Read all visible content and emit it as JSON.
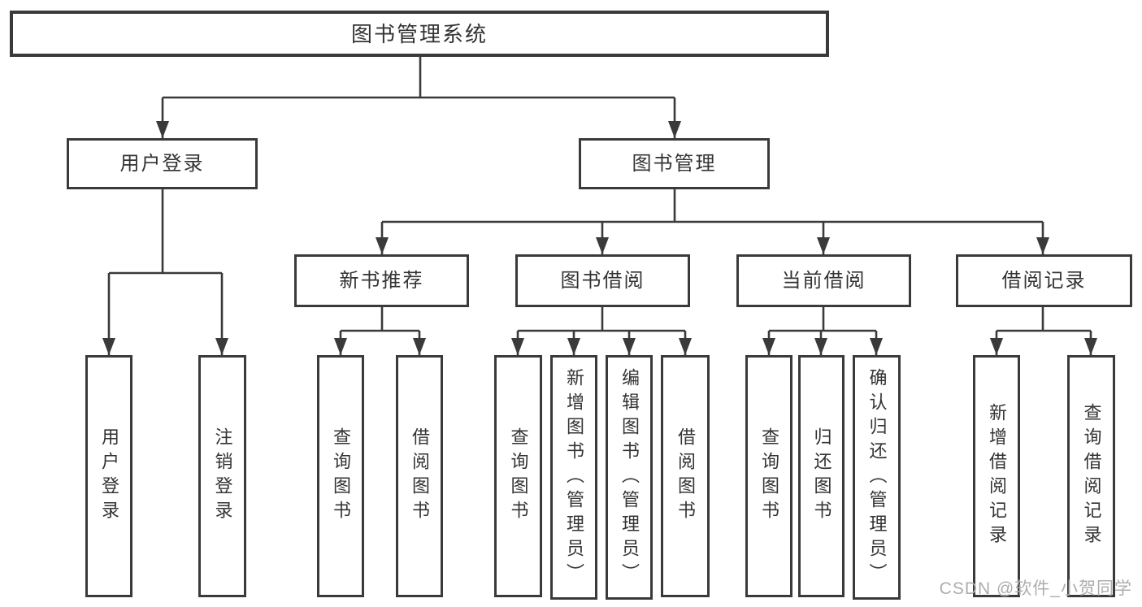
{
  "diagram": {
    "root": "图书管理系统",
    "level2": [
      "用户登录",
      "图书管理"
    ],
    "level3": [
      "新书推荐",
      "图书借阅",
      "当前借阅",
      "借阅记录"
    ],
    "user_children": [
      "用户登录",
      "注销登录"
    ],
    "recommend_children": [
      "查询图书",
      "借阅图书"
    ],
    "borrow_children": [
      "查询图书",
      "新增图书（管理员）",
      "编辑图书（管理员）",
      "借阅图书"
    ],
    "current_children": [
      "查询图书",
      "归还图书",
      "确认归还（管理员）"
    ],
    "records_children": [
      "新增借阅记录",
      "查询借阅记录"
    ]
  },
  "watermark": "CSDN @软件_小贺同学",
  "colors": {
    "line": "#3a3a3a",
    "text": "#333333",
    "watermark": "#adadad",
    "background": "#ffffff"
  }
}
